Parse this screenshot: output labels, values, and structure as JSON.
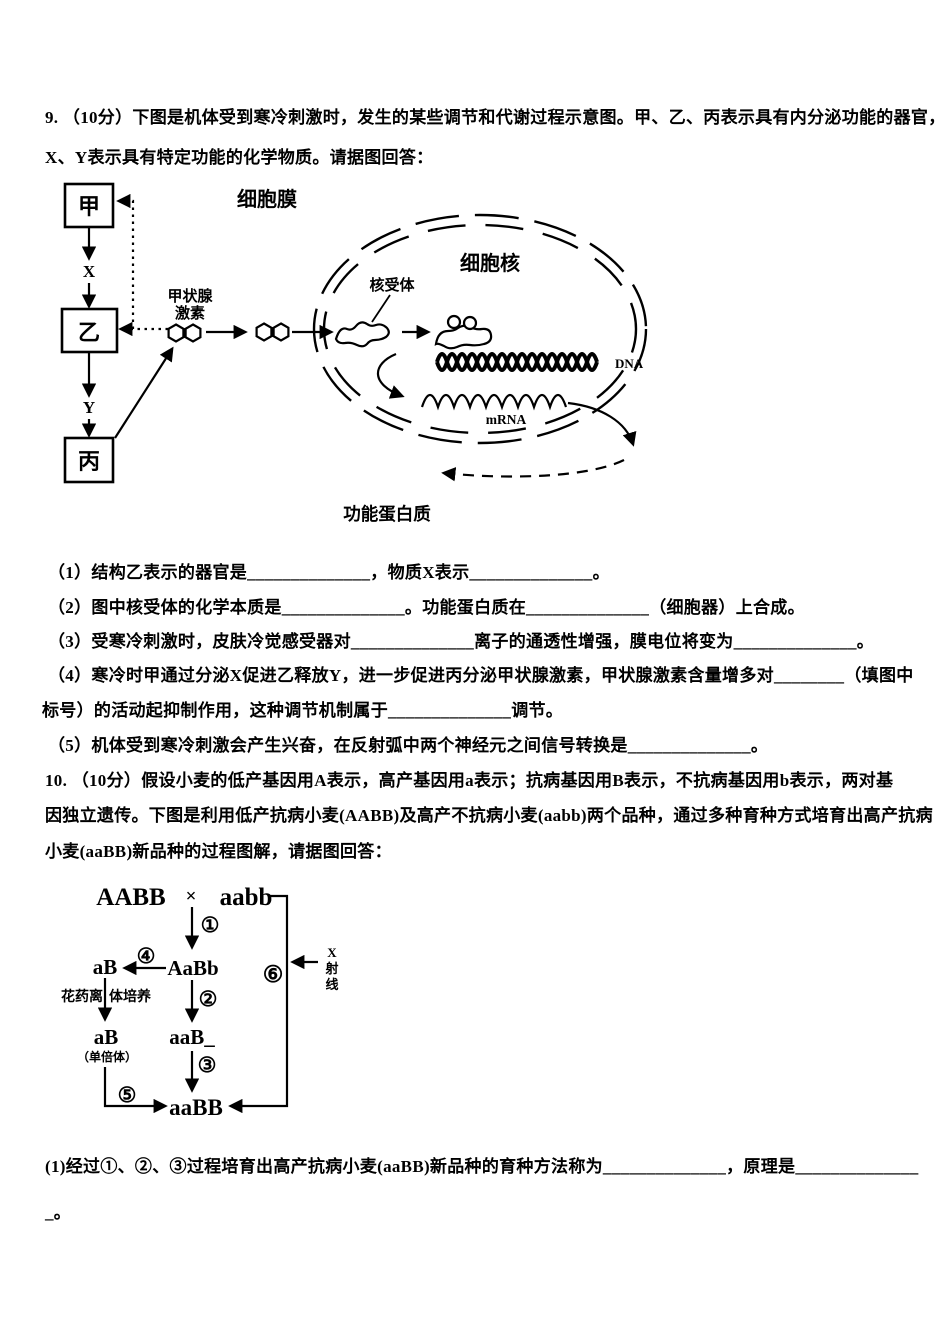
{
  "page": {
    "background": "#ffffff",
    "ink": "#000000"
  },
  "q9": {
    "intro1": "9. （10分）下图是机体受到寒冷刺激时，发生的某些调节和代谢过程示意图。甲、乙、丙表示具有内分泌功能的器官，",
    "intro2": "X、Y表示具有特定功能的化学物质。请据图回答：",
    "diagram": {
      "organ1": "甲",
      "organ2": "乙",
      "organ3": "丙",
      "substance_x": "X",
      "substance_y": "Y",
      "cell_membrane": "细胞膜",
      "nucleus": "细胞核",
      "hormone1": "甲状腺",
      "hormone2": "激素",
      "receptor": "核受体",
      "dna": "DNA",
      "mrna": "mRNA",
      "protein": "功能蛋白质"
    },
    "sub1": "（1）结构乙表示的器官是______________，物质X表示______________。",
    "sub2": "（2）图中核受体的化学本质是______________。功能蛋白质在______________（细胞器）上合成。",
    "sub3": "（3）受寒冷刺激时，皮肤冷觉感受器对______________离子的通透性增强，膜电位将变为______________。",
    "sub4a": "（4）寒冷时甲通过分泌X促进乙释放Y，进一步促进丙分泌甲状腺激素，甲状腺激素含量增多对________（填图中",
    "sub4b": "标号）的活动起抑制作用，这种调节机制属于______________调节。",
    "sub5": "（5）机体受到寒冷刺激会产生兴奋，在反射弧中两个神经元之间信号转换是______________。"
  },
  "q10": {
    "intro1": "10. （10分）假设小麦的低产基因用A表示，高产基因用a表示；抗病基因用B表示，不抗病基因用b表示，两对基",
    "intro2": "因独立遗传。下图是利用低产抗病小麦(AABB)及高产不抗病小麦(aabb)两个品种，通过多种育种方式培育出高产抗病",
    "intro3": "小麦(aaBB)新品种的过程图解，请据图回答：",
    "diagram": {
      "parent1": "AABB",
      "cross": "×",
      "parent2": "aabb",
      "f1": "AaBb",
      "gamete": "aB",
      "haploid": "aB",
      "haploid_note": "（单倍体）",
      "f2": "aaB_",
      "target": "aaBB",
      "anther_left": "花药离",
      "anther_right": "体培养",
      "xray1": "X",
      "xray2": "射",
      "xray3": "线",
      "step1": "①",
      "step2": "②",
      "step3": "③",
      "step4": "④",
      "step5": "⑤",
      "step6": "⑥"
    },
    "sub1a": "(1)经过①、②、③过程培育出高产抗病小麦(aaBB)新品种的育种方法称为______________，原理是______________",
    "sub1b": "_。"
  }
}
